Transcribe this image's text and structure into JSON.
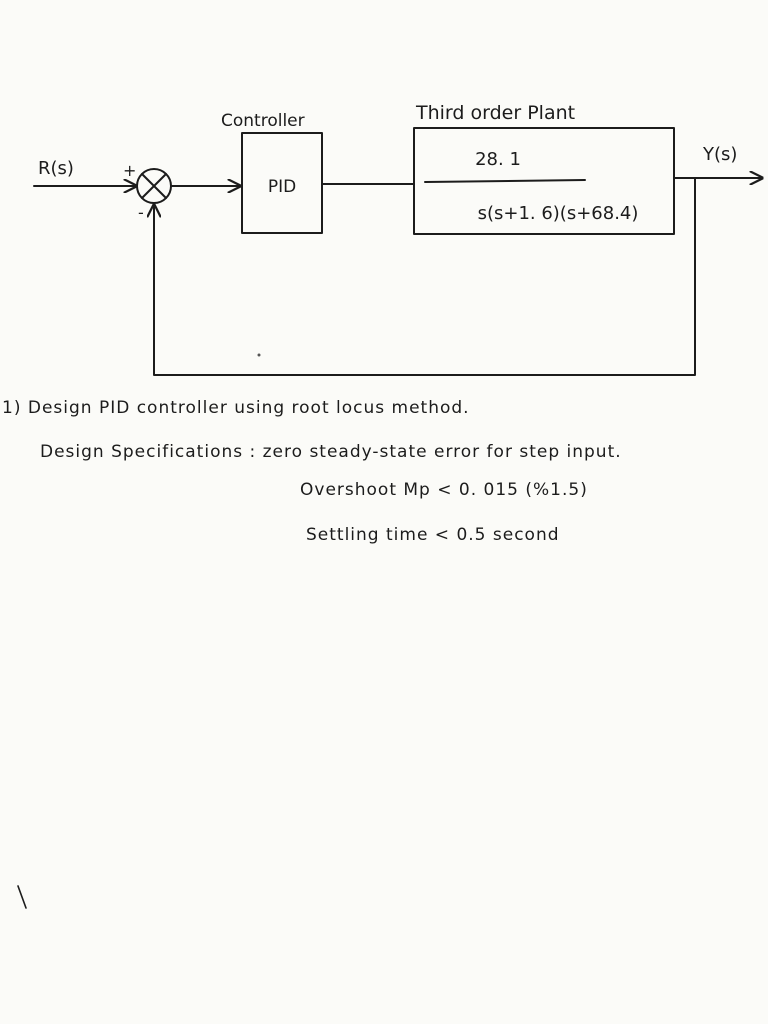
{
  "diagram": {
    "input_label": "R(s)",
    "output_label": "Y(s)",
    "plus_sign": "+",
    "minus_sign": "-",
    "controller_title": "Controller",
    "controller_block": "PID",
    "plant_title": "Third order Plant",
    "plant_numerator": "28. 1",
    "plant_denominator": "s(s+1. 6)(s+68.4)"
  },
  "notes": {
    "line1": "1) Design PID controller using root locus method.",
    "line2": "Design Specifications : zero steady-state error for step input.",
    "line3": "Overshoot  Mp < 0. 015  (%1.5)",
    "line4": "Settling  time   < 0.5  second"
  }
}
